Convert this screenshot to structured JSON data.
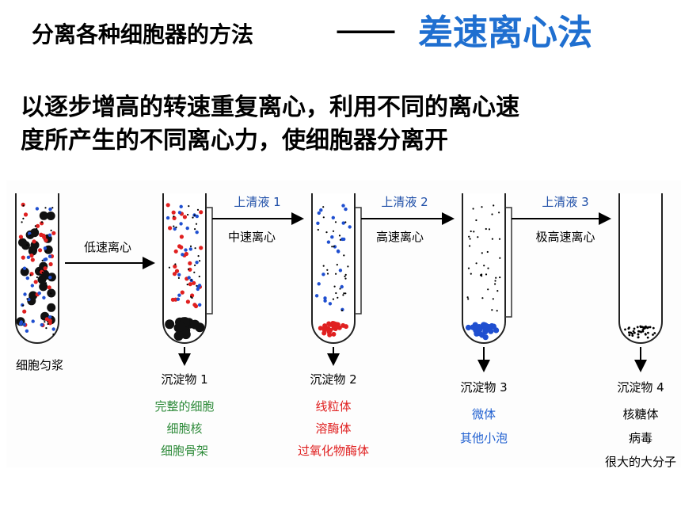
{
  "title": {
    "text": "分离各种细胞器的方法",
    "dash": "———",
    "accent": "差速离心法",
    "accent_color": "#1f6fd0"
  },
  "description": {
    "line1": "以逐步增高的转速重复离心，利用不同的离心速",
    "line2": "度所产生的不同离心力，使细胞器分离开"
  },
  "diagram": {
    "start_label": "细胞匀浆",
    "steps": [
      {
        "arrow_label": "低速离心"
      },
      {
        "supernatant": "上清液 1",
        "arrow_label": "中速离心"
      },
      {
        "supernatant": "上清液 2",
        "arrow_label": "高速离心"
      },
      {
        "supernatant": "上清液 3",
        "arrow_label": "极高速离心"
      }
    ],
    "precipitates": [
      {
        "title": "沉淀物 1",
        "items": [
          "完整的细胞",
          "细胞核",
          "细胞骨架"
        ],
        "color": "#2e8b3a"
      },
      {
        "title": "沉淀物 2",
        "items": [
          "线粒体",
          "溶酶体",
          "过氧化物酶体"
        ],
        "color": "#e02020"
      },
      {
        "title": "沉淀物 3",
        "items": [
          "微体",
          "其他小泡"
        ],
        "color": "#1f5fd0"
      },
      {
        "title": "沉淀物 4",
        "items": [
          "核糖体",
          "病毒",
          "很大的大分子"
        ],
        "color": "#000000"
      }
    ]
  }
}
